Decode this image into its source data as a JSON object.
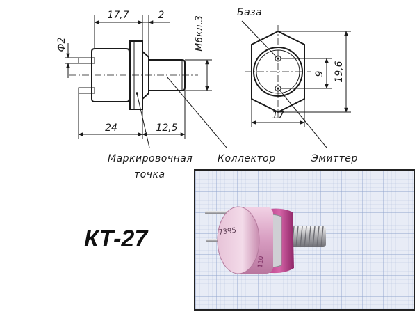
{
  "part_title": "КТ-27",
  "dimensions": {
    "length_total": "17,7",
    "flange": "2",
    "diameter_pins": "Ф2",
    "thread": "M6кл.3",
    "body": "24",
    "stud": "12,5",
    "hex_across": "17",
    "pin_spacing": "9",
    "hex_height": "19,6"
  },
  "labels": {
    "base": "База",
    "marking_dot_line1": "Маркировочная",
    "marking_dot_line2": "точка",
    "collector": "Коллектор",
    "emitter": "Эмиттер"
  },
  "photo": {
    "marking_1": "7395",
    "marking_2": "110",
    "body_color": "#d79cc0",
    "grid_color": "#8fa4cc",
    "background_color": "#e8ecf6"
  }
}
